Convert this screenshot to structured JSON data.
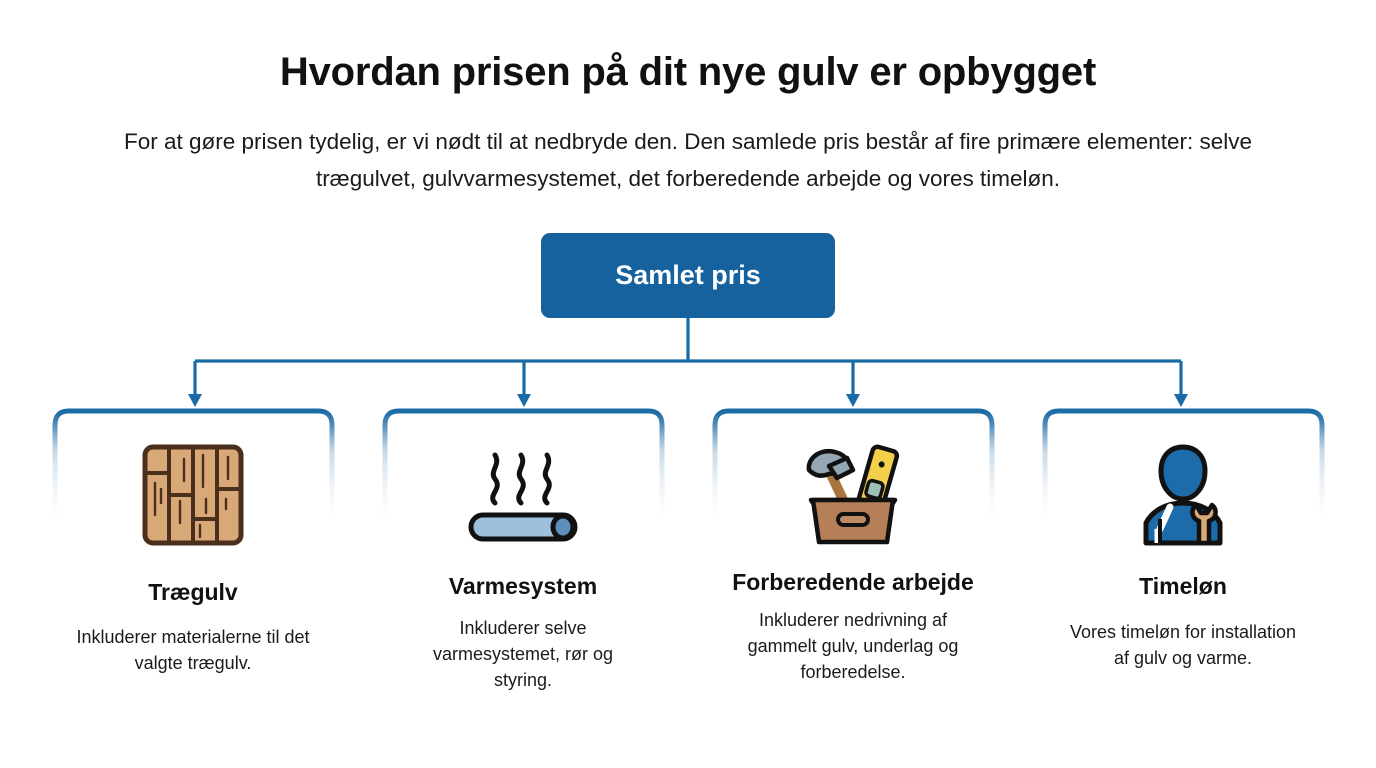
{
  "header": {
    "title": "Hvordan prisen på dit nye gulv er opbygget",
    "subtitle": "For at gøre prisen tydelig, er vi nødt til at nedbryde den. Den samlede pris består af fire primære elementer: selve trægulvet, gulvvarmesystemet, det forberedende arbejde og vores timeløn."
  },
  "colors": {
    "accent_blue": "#15629e",
    "border_blue": "#1a6aa5",
    "text_dark": "#111111",
    "wood_fill": "#d9a877",
    "wood_stroke": "#4a2f1d",
    "pipe_fill": "#9dc0dc",
    "pipe_cap": "#5d8fbb",
    "toolbox_fill": "#c08a63",
    "toolbox_front": "#b57f57",
    "hammer_head": "#93a7b4",
    "level_yellow": "#f4cf49",
    "worker_blue": "#1d6ba8",
    "wrench_tan": "#d9a877",
    "outline": "#111111",
    "background": "#ffffff"
  },
  "root_node": {
    "label": "Samlet pris"
  },
  "diagram": {
    "type": "hierarchy",
    "connector_style": "orthogonal-with-arrowheads",
    "branch_count": 4
  },
  "cards": [
    {
      "icon": "wood-floor-planks-icon",
      "title": "Trægulv",
      "description": "Inkluderer materialerne til det valgte trægulv."
    },
    {
      "icon": "heating-pipe-icon",
      "title": "Varmesystem",
      "description": "Inkluderer selve varmesystemet, rør og styring."
    },
    {
      "icon": "toolbox-icon",
      "title": "Forberedende arbejde",
      "description": "Inkluderer nedrivning af gammelt gulv, underlag og forberedelse."
    },
    {
      "icon": "worker-with-wrench-icon",
      "title": "Timeløn",
      "description": "Vores timeløn for installation af gulv og varme."
    }
  ]
}
